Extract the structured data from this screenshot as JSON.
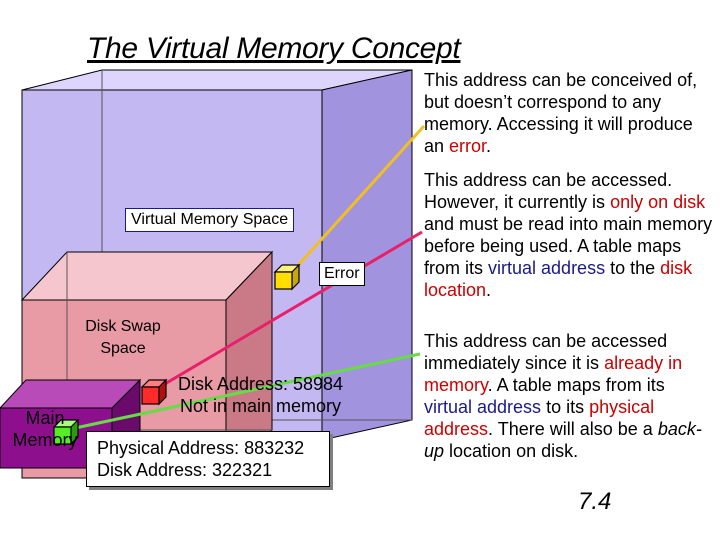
{
  "title": "The Virtual Memory Concept",
  "labels": {
    "virtual_memory_space": "Virtual Memory Space",
    "error": "Error",
    "disk_swap_line1": "Disk Swap",
    "disk_swap_line2": "Space",
    "disk_address_line1": "Disk Address: 58984",
    "disk_address_line2": "Not in main memory",
    "main_line1": "Main",
    "main_line2": "Memory",
    "physical_address": "Physical Address: 883232",
    "disk_address_2": "Disk Address: 322321"
  },
  "text1": {
    "a": "This address can be conceived of, but doesn’t correspond to any memory.  Accessing it will produce an ",
    "b": "error",
    "c": "."
  },
  "text2": {
    "a": "This address can be accessed.  However, it currently is ",
    "b": "only on disk",
    "c": " and must be read into main memory before being used.  A table maps from its ",
    "d": "virtual address",
    "e": " to the ",
    "f": "disk location",
    "g": "."
  },
  "text3": {
    "a": "This address can be accessed immediately since it is ",
    "b": "already in memory",
    "c": ".  A table maps from its ",
    "d": "virtual address",
    "e": " to its ",
    "f": "physical address",
    "g": ".  There will also be a ",
    "h": "back-up",
    "i": " location on disk."
  },
  "page_number": "7.4",
  "colors": {
    "virtual_front": "#c4b8f2",
    "virtual_top": "#ddd5fb",
    "virtual_side": "#a293de",
    "swap_front": "#e89aa5",
    "swap_top": "#f6c6ce",
    "swap_side": "#c97a86",
    "main_front": "#8e0f8e",
    "main_top": "#b84bb8",
    "main_side": "#6a0a6a",
    "cube_yellow": "#ffdd00",
    "cube_red": "#ff2a2a",
    "cube_green": "#55ee22",
    "arrow_yellow": "#f0c020",
    "arrow_red": "#e8206a",
    "arrow_green": "#66dd44",
    "text_red": "#cc0000",
    "text_blue": "#1a1a8a"
  }
}
